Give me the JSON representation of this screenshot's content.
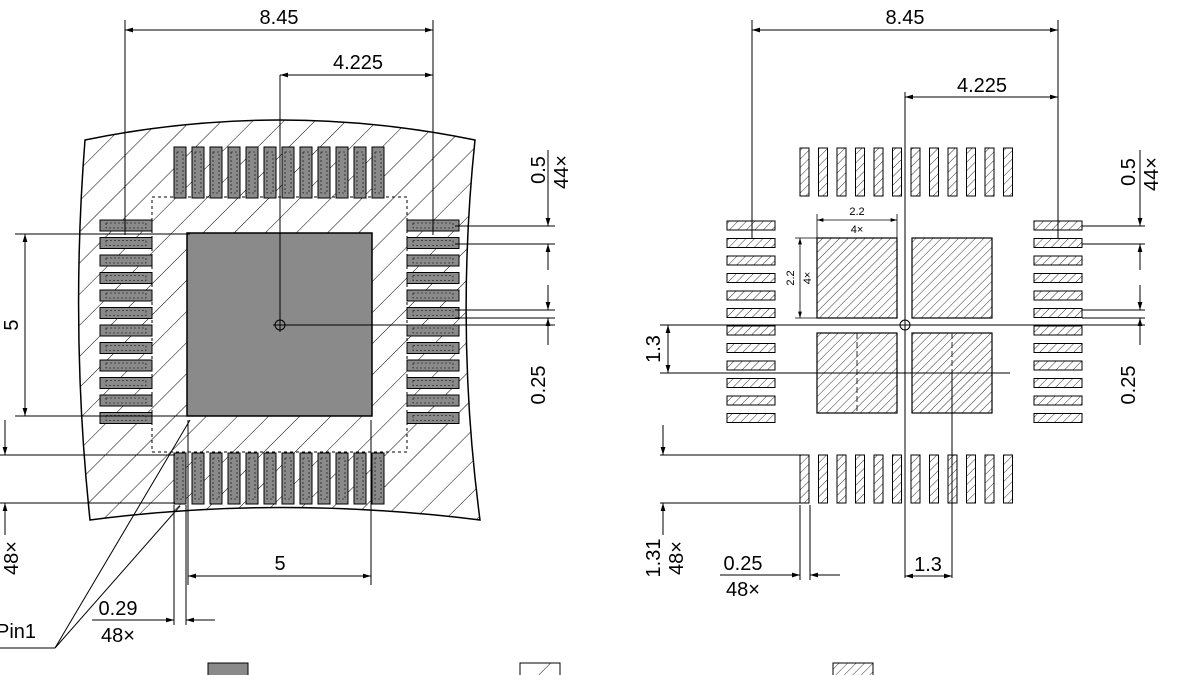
{
  "left_view": {
    "dims": {
      "width_total": "8.45",
      "width_half": "4.225",
      "pitch": "0.5",
      "pitch_count": "44×",
      "pad_gap": "0.25",
      "pad_row_span": "5",
      "pad_col_span": "5",
      "count_48": "48×",
      "pad_width": "0.29",
      "pad_width_count": "48×",
      "pin1_label": "Pin1"
    }
  },
  "right_view": {
    "dims": {
      "width_total": "8.45",
      "width_half": "4.225",
      "pitch": "0.5",
      "pitch_count": "44×",
      "pad_gap": "0.25",
      "paste_size": "2.2",
      "paste_count": "4×",
      "paste_size_v": "2.2",
      "paste_count_v": "4×",
      "paste_offset_v": "1.3",
      "paste_offset_h": "1.3",
      "pad_length": "1.31",
      "pad_length_count": "48×",
      "pad_width": "0.25",
      "pad_width_count": "48×"
    }
  },
  "legend": {
    "colors": {
      "copper": "#8a8a8a",
      "line": "#000000"
    }
  }
}
